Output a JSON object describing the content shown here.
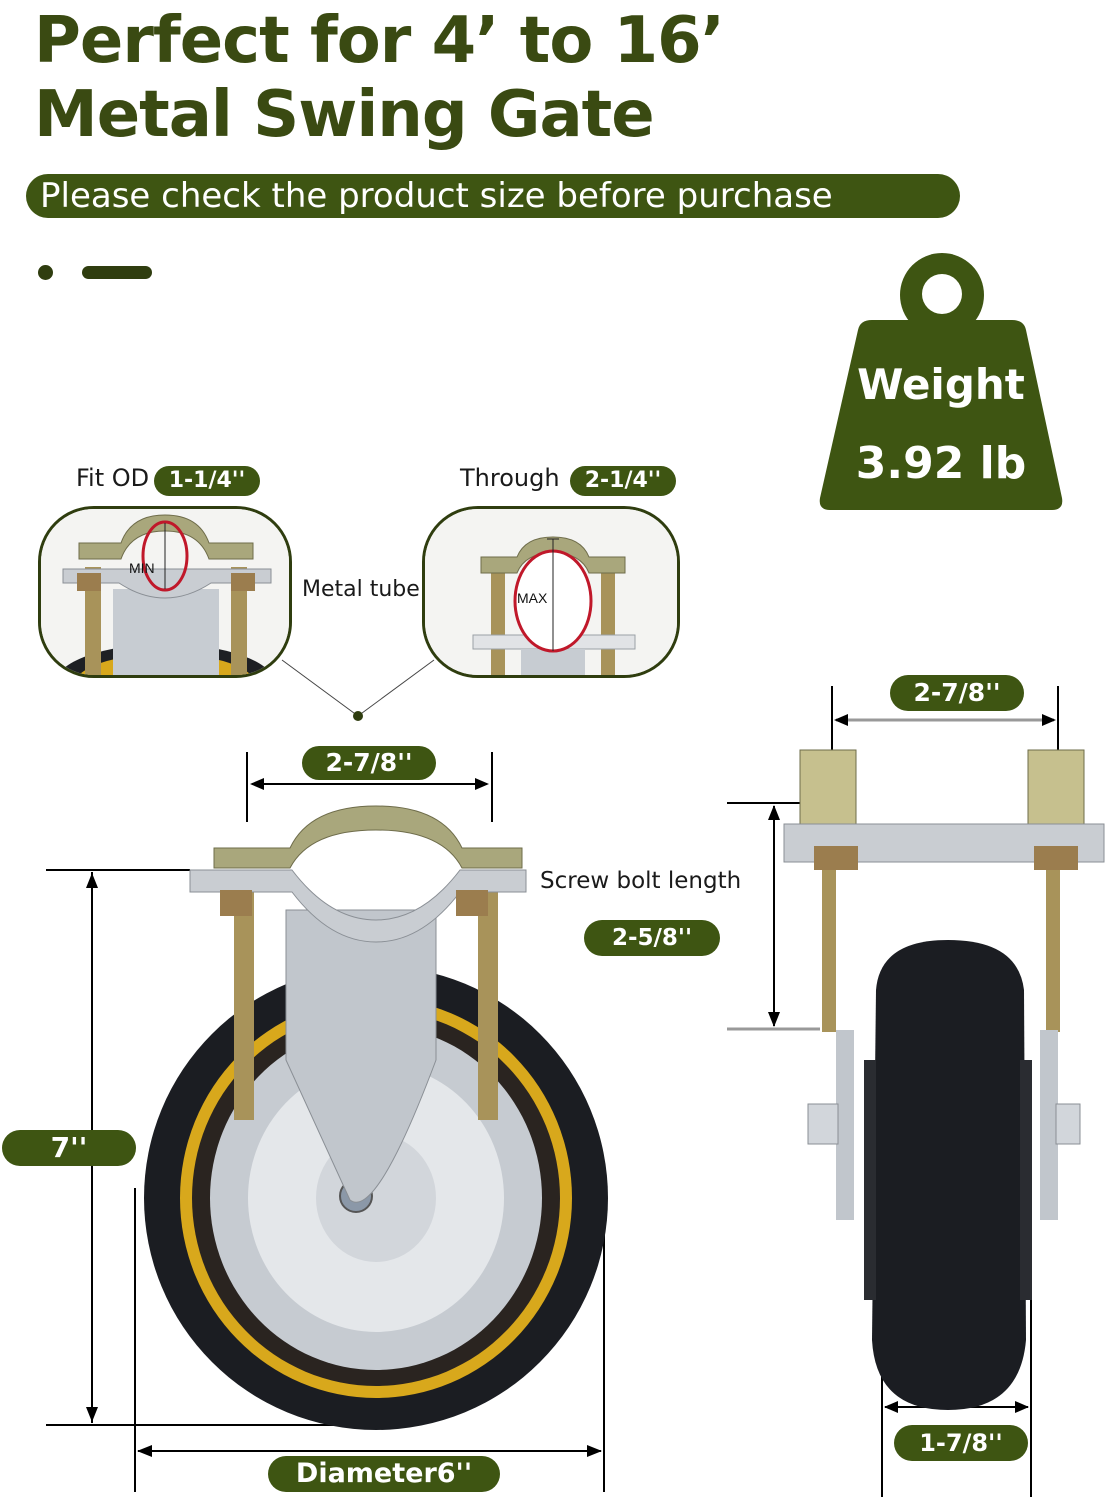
{
  "header": {
    "title_line1": "Perfect for 4’   to 16’",
    "title_line2": "Metal Swing Gate",
    "banner": "Please check the product size before purchase"
  },
  "weight_badge": {
    "icon": "weight-icon",
    "label": "Weight",
    "value": "3.92 lb"
  },
  "fit_insets": {
    "left": {
      "label": "Fit OD",
      "value": "1-1/4''",
      "marker": "MIN"
    },
    "right": {
      "label": "Through",
      "value": "2-1/4''",
      "marker": "MAX"
    },
    "center_label": "Metal tube"
  },
  "front_view": {
    "clamp_width": "2-7/8''",
    "height": "7''",
    "diameter": "Diameter6''"
  },
  "side_view": {
    "plate_width": "2-7/8''",
    "bolt_label": "Screw bolt length",
    "bolt_length": "2-5/8''",
    "wheel_width": "1-7/8''"
  },
  "colors": {
    "brand_green": "#3e5512",
    "title_green": "#3a4a12",
    "tire_black": "#1b1d22",
    "tread_yellow": "#d8a81c",
    "metal": "#c9cdd2"
  }
}
